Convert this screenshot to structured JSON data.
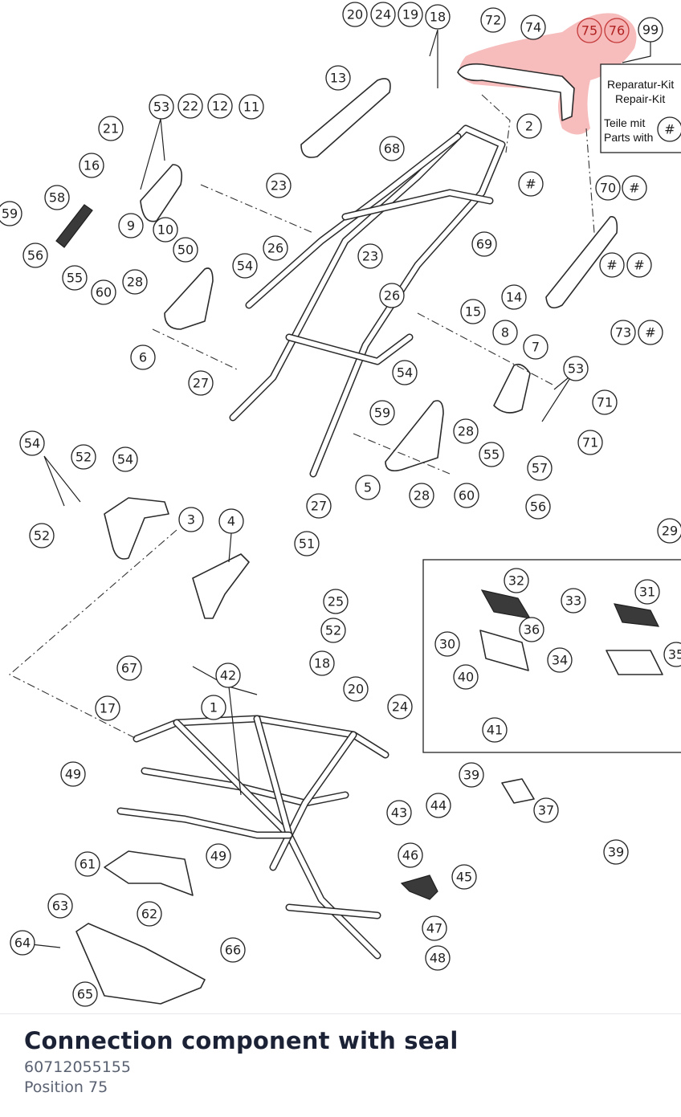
{
  "diagram": {
    "callouts": [
      "20",
      "24",
      "19",
      "18",
      "72",
      "74",
      "75",
      "76",
      "99",
      "13",
      "2",
      "53",
      "22",
      "12",
      "11",
      "21",
      "16",
      "58",
      "59",
      "56",
      "9",
      "10",
      "23",
      "50",
      "55",
      "60",
      "28",
      "54",
      "26",
      "6",
      "27",
      "68",
      "70",
      "#",
      "69",
      "14",
      "73",
      "15",
      "8",
      "7",
      "71",
      "59",
      "5",
      "57",
      "3",
      "52",
      "4",
      "51",
      "25",
      "29",
      "32",
      "31",
      "33",
      "30",
      "36",
      "34",
      "35",
      "40",
      "41",
      "67",
      "42",
      "17",
      "1",
      "49",
      "43",
      "44",
      "39",
      "37",
      "61",
      "62",
      "63",
      "64",
      "65",
      "66",
      "46",
      "45",
      "47",
      "48"
    ],
    "highlighted": [
      "75",
      "76"
    ],
    "kit_box": {
      "line1": "Reparatur-Kit",
      "line2": "Repair-Kit",
      "line3": "Teile mit",
      "line4": "Parts with",
      "symbol": "#"
    },
    "highlight_color": "#f4a6a6"
  },
  "part": {
    "title": "Connection component with seal",
    "number": "60712055155",
    "position_text": "Position 75"
  }
}
